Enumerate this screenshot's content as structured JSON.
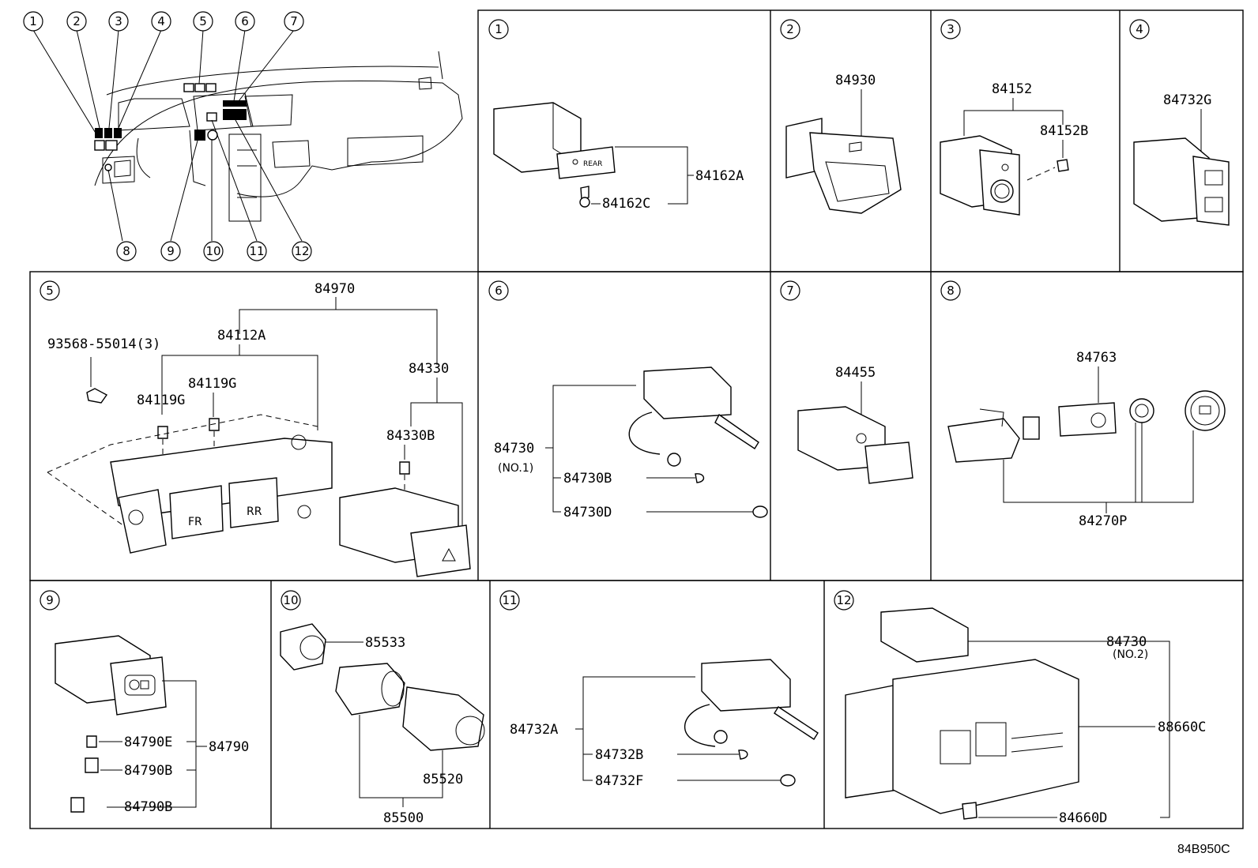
{
  "diagram": {
    "code": "84B950C",
    "callout_numbers": [
      "1",
      "2",
      "3",
      "4",
      "5",
      "6",
      "7",
      "8",
      "9",
      "10",
      "11",
      "12"
    ],
    "panel1": {
      "labels": [
        "84162A",
        "84162C"
      ],
      "switch_text": "REAR"
    },
    "panel2": {
      "labels": [
        "84930"
      ]
    },
    "panel3": {
      "labels": [
        "84152",
        "84152B"
      ]
    },
    "panel4": {
      "labels": [
        "84732G"
      ]
    },
    "panel5": {
      "labels": [
        "84970",
        "84112A",
        "93568-55014(3)",
        "84119G",
        "84119G",
        "84330",
        "84330B"
      ],
      "button_fr": "FR",
      "button_rr": "RR"
    },
    "panel6": {
      "labels": [
        "84730",
        "(NO.1)",
        "84730B",
        "84730D"
      ]
    },
    "panel7": {
      "labels": [
        "84455"
      ]
    },
    "panel8": {
      "labels": [
        "84763",
        "84270P"
      ]
    },
    "panel9": {
      "labels": [
        "84790E",
        "84790B",
        "84790B",
        "84790"
      ]
    },
    "panel10": {
      "labels": [
        "85533",
        "85520",
        "85500"
      ]
    },
    "panel11": {
      "labels": [
        "84732A",
        "84732B",
        "84732F"
      ]
    },
    "panel12": {
      "labels": [
        "84730",
        "(NO.2)",
        "88660C",
        "84660D"
      ]
    }
  }
}
